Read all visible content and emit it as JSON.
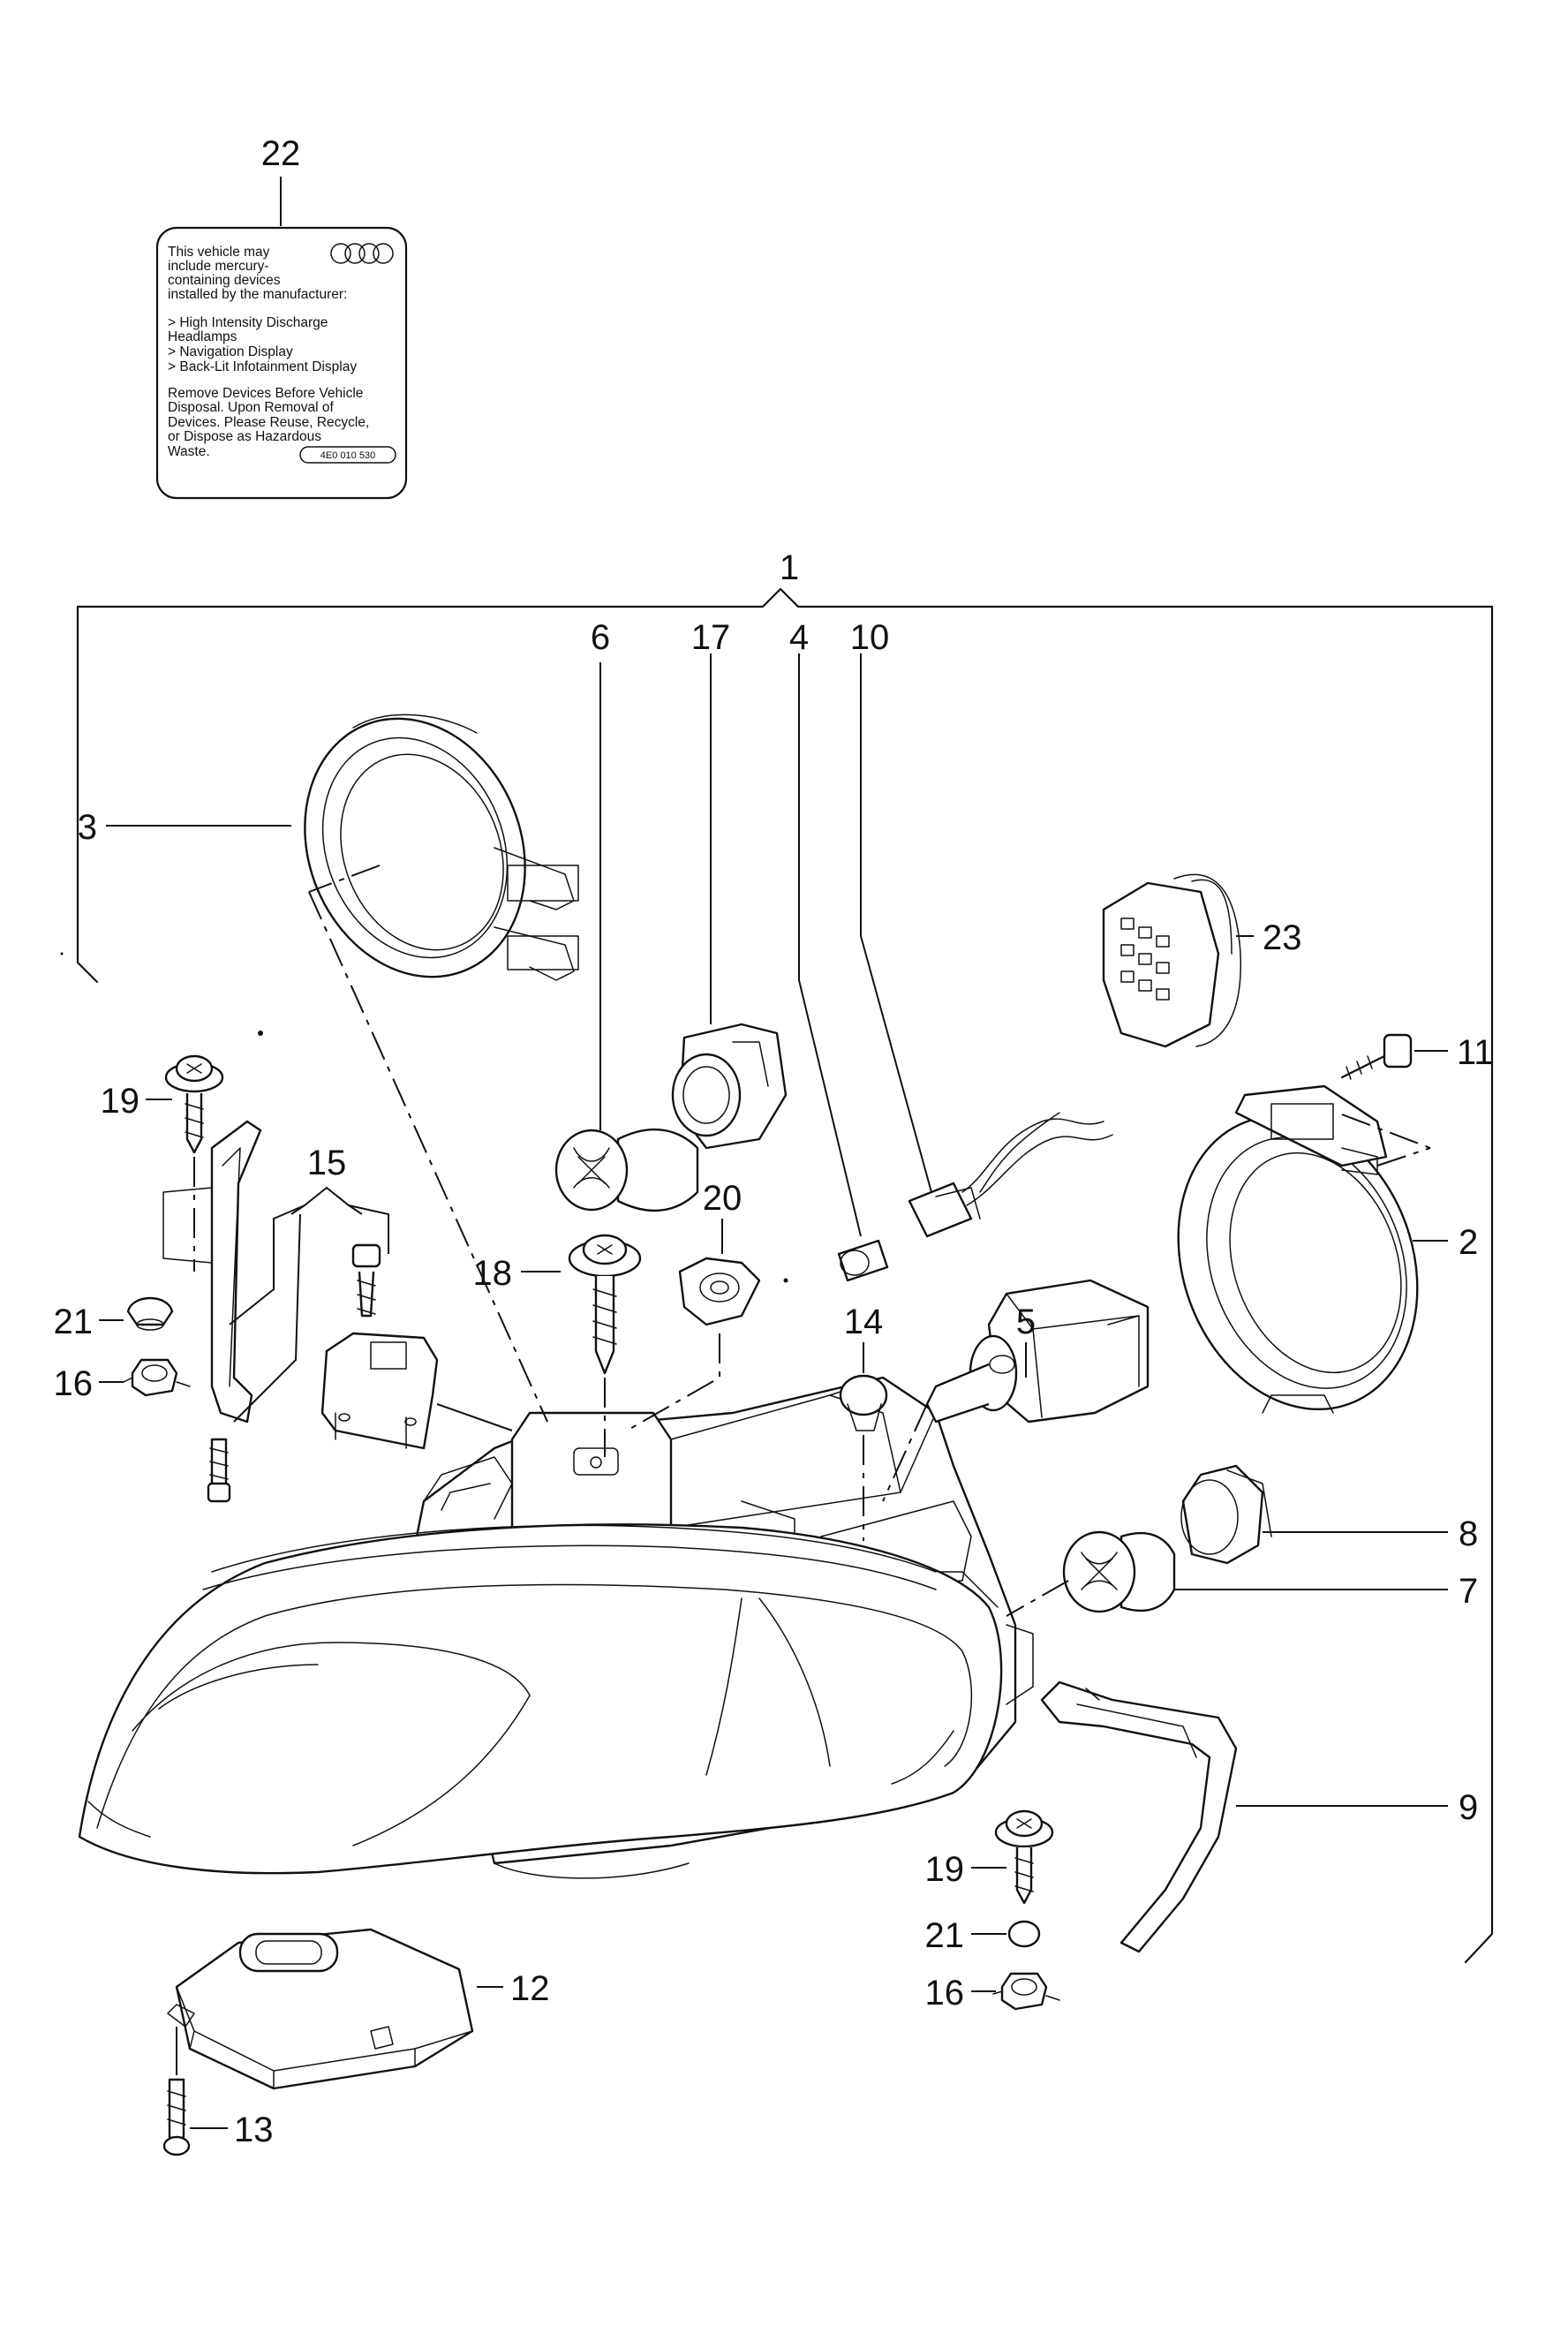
{
  "label_card": {
    "lines_top": [
      "This vehicle may",
      "include mercury-",
      "containing devices",
      "installed by the manufacturer:"
    ],
    "lines_list": [
      "> High Intensity Discharge",
      "   Headlamps",
      "> Navigation Display",
      "> Back-Lit Infotainment Display"
    ],
    "lines_bottom": [
      "Remove Devices Before Vehicle",
      "Disposal. Upon Removal of",
      "Devices. Please Reuse, Recycle,",
      "or Dispose as Hazardous",
      "Waste."
    ],
    "part_code": "4E0 010 530"
  },
  "callouts": {
    "c1": "1",
    "c2": "2",
    "c3": "3",
    "c4": "4",
    "c5": "5",
    "c6": "6",
    "c7": "7",
    "c8": "8",
    "c9": "9",
    "c10": "10",
    "c11": "11",
    "c12": "12",
    "c13": "13",
    "c14": "14",
    "c15": "15",
    "c16a": "16",
    "c16b": "16",
    "c17": "17",
    "c18": "18",
    "c19a": "19",
    "c19b": "19",
    "c20": "20",
    "c21a": "21",
    "c21b": "21",
    "c22": "22",
    "c23": "23"
  }
}
